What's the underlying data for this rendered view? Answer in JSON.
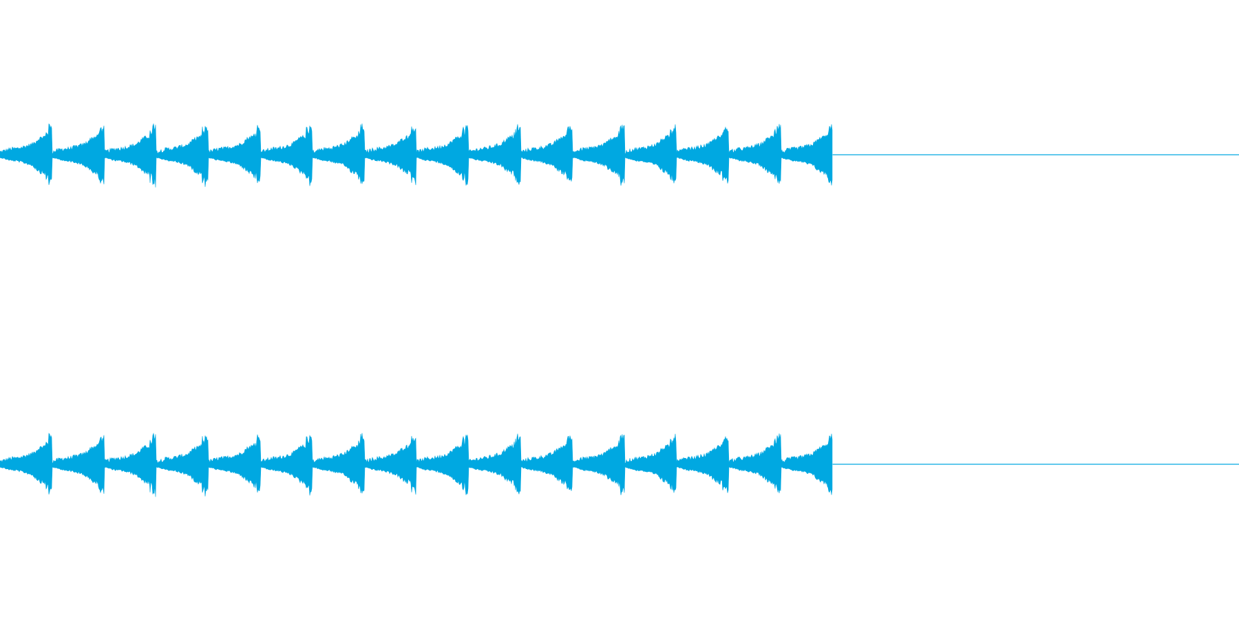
{
  "waveform": {
    "color": "#00a8e1",
    "channels": [
      {
        "channel": "left"
      },
      {
        "channel": "right"
      }
    ],
    "pulse_count": 16,
    "sound_fraction": 0.672
  }
}
